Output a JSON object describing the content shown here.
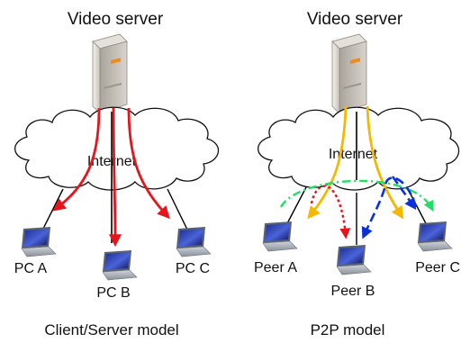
{
  "left_diagram": {
    "server_label": "Video server",
    "cloud_label": "Internet",
    "clients": [
      "PC A",
      "PC B",
      "PC C"
    ],
    "caption": "Client/Server model"
  },
  "right_diagram": {
    "server_label": "Video server",
    "cloud_label": "Internet",
    "peers": [
      "Peer A",
      "Peer B",
      "Peer C"
    ],
    "caption": "P2P model"
  },
  "colors": {
    "cs_stream": "#e8141c",
    "p2p_server_stream": "#f5b800",
    "peer_a_stream": "#e8141c",
    "peer_b_stream": "#0b2fd9",
    "peer_c_stream": "#22dd66",
    "link_line": "#000000"
  }
}
